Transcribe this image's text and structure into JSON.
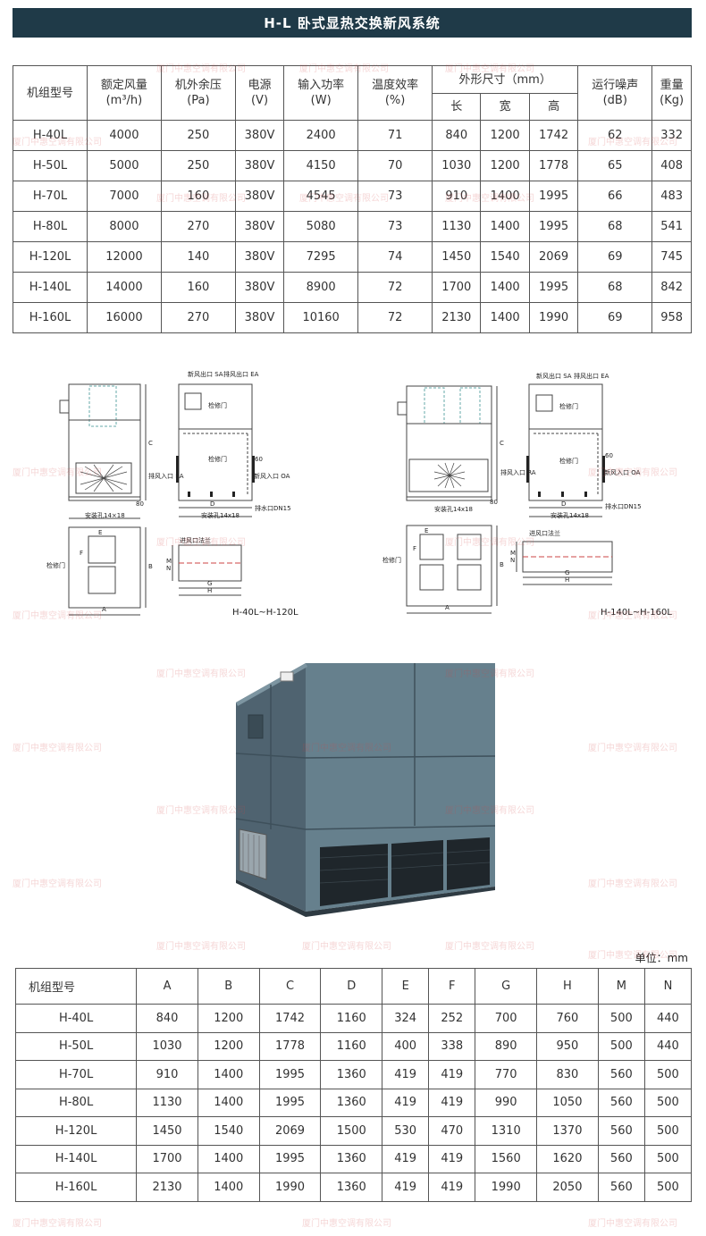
{
  "title": "H-L 卧式显热交换新风系统",
  "spec_table": {
    "headers": [
      "机组型号",
      "额定风量",
      "(m³/h)",
      "机外余压",
      "(Pa)",
      "电源",
      "(V)",
      "输入功率",
      "(W)",
      "温度效率",
      "(%)",
      "外形尺寸（mm）",
      "长",
      "宽",
      "高",
      "运行噪声",
      "(dB)",
      "重量",
      "(Kg)"
    ],
    "rows": [
      [
        "H-40L",
        "4000",
        "250",
        "380V",
        "2400",
        "71",
        "840",
        "1200",
        "1742",
        "62",
        "332"
      ],
      [
        "H-50L",
        "5000",
        "250",
        "380V",
        "4150",
        "70",
        "1030",
        "1200",
        "1778",
        "65",
        "408"
      ],
      [
        "H-70L",
        "7000",
        "160",
        "380V",
        "4545",
        "73",
        "910",
        "1400",
        "1995",
        "66",
        "483"
      ],
      [
        "H-80L",
        "8000",
        "270",
        "380V",
        "5080",
        "73",
        "1130",
        "1400",
        "1995",
        "68",
        "541"
      ],
      [
        "H-120L",
        "12000",
        "140",
        "380V",
        "7295",
        "74",
        "1450",
        "1540",
        "2069",
        "69",
        "745"
      ],
      [
        "H-140L",
        "14000",
        "160",
        "380V",
        "8900",
        "72",
        "1700",
        "1400",
        "1995",
        "68",
        "842"
      ],
      [
        "H-160L",
        "16000",
        "270",
        "380V",
        "10160",
        "72",
        "2130",
        "1400",
        "1990",
        "69",
        "958"
      ]
    ]
  },
  "drawing_labels": {
    "left_caption": "H-40L~H-120L",
    "right_caption": "H-140L~H-160L",
    "sa": "新风出口 SA",
    "ea": "排风出口 EA",
    "access_door": "检修门",
    "ra": "排风入口 RA",
    "oa": "新风入口 OA",
    "drain": "排水口DN15",
    "mount_hole_a": "安装孔14×18",
    "mount_hole_b": "安装孔14x18",
    "flange": "进风口法兰",
    "dim_60": "60",
    "dim_80": "80",
    "letters": [
      "A",
      "B",
      "C",
      "D",
      "E",
      "F",
      "G",
      "H",
      "M",
      "N"
    ]
  },
  "unit_label": "单位：mm",
  "dim_table": {
    "headers": [
      "机组型号",
      "A",
      "B",
      "C",
      "D",
      "E",
      "F",
      "G",
      "H",
      "M",
      "N"
    ],
    "rows": [
      [
        "H-40L",
        "840",
        "1200",
        "1742",
        "1160",
        "324",
        "252",
        "700",
        "760",
        "500",
        "440"
      ],
      [
        "H-50L",
        "1030",
        "1200",
        "1778",
        "1160",
        "400",
        "338",
        "890",
        "950",
        "500",
        "440"
      ],
      [
        "H-70L",
        "910",
        "1400",
        "1995",
        "1360",
        "419",
        "419",
        "770",
        "830",
        "560",
        "500"
      ],
      [
        "H-80L",
        "1130",
        "1400",
        "1995",
        "1360",
        "419",
        "419",
        "990",
        "1050",
        "560",
        "500"
      ],
      [
        "H-120L",
        "1450",
        "1540",
        "2069",
        "1500",
        "530",
        "470",
        "1310",
        "1370",
        "560",
        "500"
      ],
      [
        "H-140L",
        "1700",
        "1400",
        "1995",
        "1360",
        "419",
        "419",
        "1560",
        "1620",
        "560",
        "500"
      ],
      [
        "H-160L",
        "2130",
        "1400",
        "1990",
        "1360",
        "419",
        "419",
        "1990",
        "2050",
        "560",
        "500"
      ]
    ]
  },
  "watermark": "厦门中惠空调有限公司",
  "colors": {
    "banner": "#1f3a48",
    "unit_body": "#5d7380",
    "border": "#555555"
  }
}
